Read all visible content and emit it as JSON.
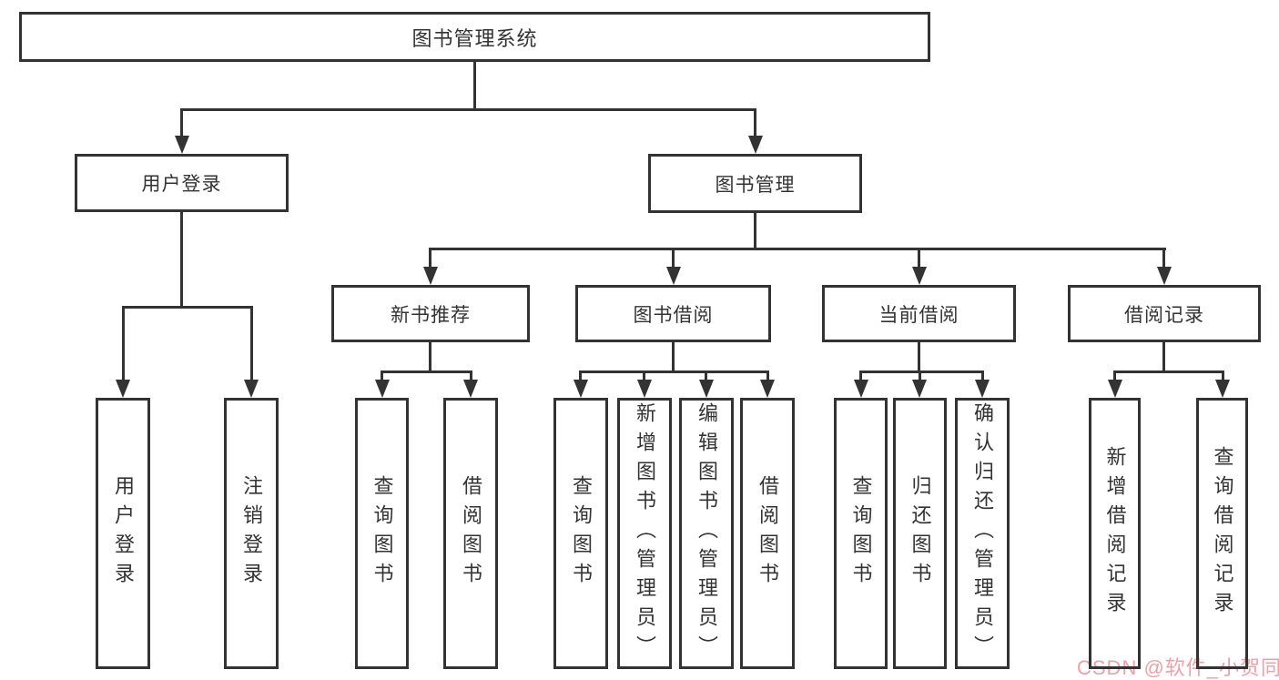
{
  "tree": {
    "label": "图书管理系统",
    "children": [
      {
        "label": "用户登录",
        "children": [
          {
            "label": "用户登录"
          },
          {
            "label": "注销登录"
          }
        ]
      },
      {
        "label": "图书管理",
        "children": [
          {
            "label": "新书推荐",
            "children": [
              {
                "label": "查询图书"
              },
              {
                "label": "借阅图书"
              }
            ]
          },
          {
            "label": "图书借阅",
            "children": [
              {
                "label": "查询图书"
              },
              {
                "label": "新增图书（管理员）"
              },
              {
                "label": "编辑图书（管理员）"
              },
              {
                "label": "借阅图书"
              }
            ]
          },
          {
            "label": "当前借阅",
            "children": [
              {
                "label": "查询图书"
              },
              {
                "label": "归还图书"
              },
              {
                "label": "确认归还（管理员）"
              }
            ]
          },
          {
            "label": "借阅记录",
            "children": [
              {
                "label": "新增借阅记录"
              },
              {
                "label": "查询借阅记录"
              }
            ]
          }
        ]
      }
    ]
  },
  "watermark": {
    "text": "CSDN @软件_小贺同学"
  },
  "colors": {
    "line": "#333333",
    "text": "#333333",
    "background": "#ffffff",
    "watermark": "#efa0a6"
  }
}
